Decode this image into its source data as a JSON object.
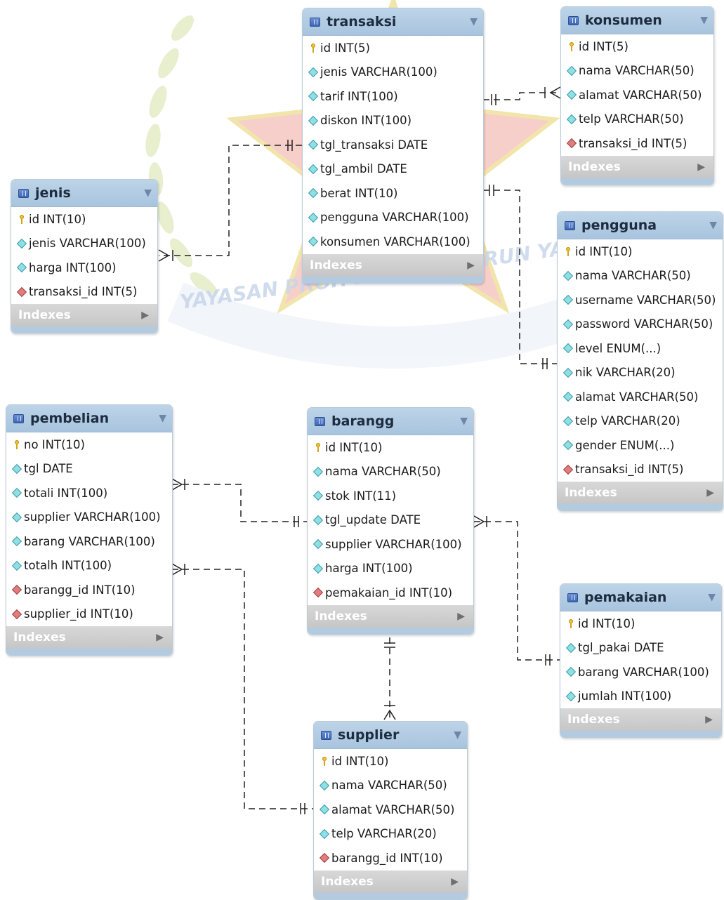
{
  "watermark": {
    "text": "YAYASAN PROF. DR. H. KADIRUN YAHYA"
  },
  "tables": {
    "transaksi": {
      "name": "transaksi",
      "columns": [
        "id INT(5)",
        "jenis VARCHAR(100)",
        "tarif INT(100)",
        "diskon INT(100)",
        "tgl_transaksi DATE",
        "tgl_ambil DATE",
        "berat INT(10)",
        "pengguna VARCHAR(100)",
        "konsumen VARCHAR(100)"
      ],
      "kinds": [
        "pk",
        "col",
        "col",
        "col",
        "col",
        "col",
        "col",
        "col",
        "col"
      ],
      "footer": "Indexes"
    },
    "konsumen": {
      "name": "konsumen",
      "columns": [
        "id INT(5)",
        "nama VARCHAR(50)",
        "alamat VARCHAR(50)",
        "telp VARCHAR(50)",
        "transaksi_id INT(5)"
      ],
      "kinds": [
        "pk",
        "col",
        "col",
        "col",
        "fk"
      ],
      "footer": "Indexes"
    },
    "jenis": {
      "name": "jenis",
      "columns": [
        "id INT(10)",
        "jenis VARCHAR(100)",
        "harga INT(100)",
        "transaksi_id INT(5)"
      ],
      "kinds": [
        "pk",
        "col",
        "col",
        "fk"
      ],
      "footer": "Indexes"
    },
    "pengguna": {
      "name": "pengguna",
      "columns": [
        "id INT(10)",
        "nama VARCHAR(50)",
        "username VARCHAR(50)",
        "password VARCHAR(50)",
        "level ENUM(...)",
        "nik VARCHAR(20)",
        "alamat VARCHAR(50)",
        "telp VARCHAR(20)",
        "gender ENUM(...)",
        "transaksi_id INT(5)"
      ],
      "kinds": [
        "pk",
        "col",
        "col",
        "col",
        "col",
        "col",
        "col",
        "col",
        "col",
        "fk"
      ],
      "footer": "Indexes"
    },
    "pembelian": {
      "name": "pembelian",
      "columns": [
        "no INT(10)",
        "tgl DATE",
        "totali INT(100)",
        "supplier VARCHAR(100)",
        "barang VARCHAR(100)",
        "totalh INT(100)",
        "barangg_id INT(10)",
        "supplier_id INT(10)"
      ],
      "kinds": [
        "pk",
        "col",
        "col",
        "col",
        "col",
        "col",
        "fk",
        "fk"
      ],
      "footer": "Indexes"
    },
    "barangg": {
      "name": "barangg",
      "columns": [
        "id INT(10)",
        "nama VARCHAR(50)",
        "stok INT(11)",
        "tgl_update DATE",
        "supplier VARCHAR(100)",
        "harga INT(100)",
        "pemakaian_id INT(10)"
      ],
      "kinds": [
        "pk",
        "col",
        "col",
        "col",
        "col",
        "col",
        "fk"
      ],
      "footer": "Indexes"
    },
    "pemakaian": {
      "name": "pemakaian",
      "columns": [
        "id INT(10)",
        "tgl_pakai DATE",
        "barang VARCHAR(100)",
        "jumlah INT(100)"
      ],
      "kinds": [
        "pk",
        "col",
        "col",
        "col"
      ],
      "footer": "Indexes"
    },
    "supplier": {
      "name": "supplier",
      "columns": [
        "id INT(10)",
        "nama VARCHAR(50)",
        "alamat VARCHAR(50)",
        "telp VARCHAR(20)",
        "barangg_id INT(10)"
      ],
      "kinds": [
        "pk",
        "col",
        "col",
        "col",
        "fk"
      ],
      "footer": "Indexes"
    }
  },
  "relationships": [
    {
      "from": "transaksi",
      "to": "konsumen",
      "type": "one-to-many"
    },
    {
      "from": "transaksi",
      "to": "jenis",
      "type": "one-to-many"
    },
    {
      "from": "transaksi",
      "to": "pengguna",
      "type": "one-to-one"
    },
    {
      "from": "barangg",
      "to": "pembelian",
      "type": "one-to-many"
    },
    {
      "from": "supplier",
      "to": "pembelian",
      "type": "one-to-many"
    },
    {
      "from": "pemakaian",
      "to": "barangg",
      "type": "one-to-many"
    },
    {
      "from": "barangg",
      "to": "supplier",
      "type": "one-to-many"
    }
  ],
  "colors": {
    "header": "#a8c4de",
    "footer": "#c6c6c6",
    "pk_icon": "#f2c22c",
    "column_icon": "#8ee0e6",
    "fk_icon": "#e07e7e",
    "connector": "#222222"
  }
}
